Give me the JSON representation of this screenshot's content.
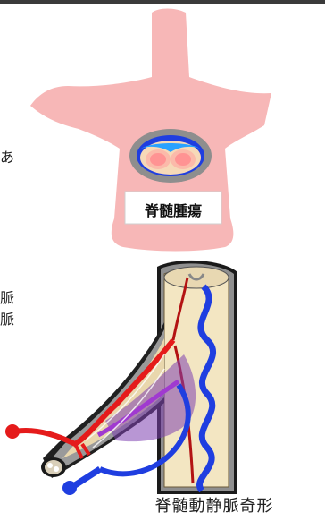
{
  "left_edge_text": [
    "あ",
    "脈",
    "脈"
  ],
  "labels": {
    "tumor": "脊髄腫瘍",
    "avm": "脊髄動静脈奇形"
  },
  "colors": {
    "vertebra": "#f7b7b7",
    "artery": "#e51b1b",
    "vein": "#1f3ee0",
    "cord": "#f3e6c2"
  }
}
